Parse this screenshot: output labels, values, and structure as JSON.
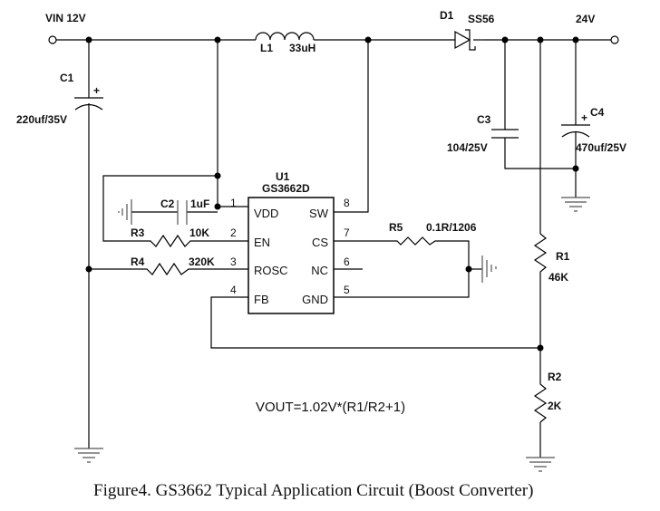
{
  "figure": {
    "caption": "Figure4. GS3662 Typical Application Circuit (Boost Converter)",
    "formula": "VOUT=1.02V*(R1/R2+1)"
  },
  "nets": {
    "vin_label": "VIN  12V",
    "vout_label": "24V"
  },
  "components": {
    "c1": {
      "ref": "C1",
      "value": "220uf/35V",
      "polarity": "+"
    },
    "l1": {
      "ref": "L1",
      "value": "33uH"
    },
    "d1": {
      "ref": "D1",
      "value": "SS56"
    },
    "c3": {
      "ref": "C3",
      "value": "104/25V"
    },
    "c4": {
      "ref": "C4",
      "value": "470uf/25V",
      "polarity": "+"
    },
    "c2": {
      "ref": "C2",
      "value": "1uF"
    },
    "r3": {
      "ref": "R3",
      "value": "10K"
    },
    "r4": {
      "ref": "R4",
      "value": "320K"
    },
    "r5": {
      "ref": "R5",
      "value": "0.1R/1206"
    },
    "r1": {
      "ref": "R1",
      "value": "46K"
    },
    "r2": {
      "ref": "R2",
      "value": "2K"
    },
    "u1": {
      "ref": "U1",
      "part": "GS3662D",
      "pins_left": [
        {
          "num": "1",
          "name": "VDD"
        },
        {
          "num": "2",
          "name": "EN"
        },
        {
          "num": "3",
          "name": "ROSC"
        },
        {
          "num": "4",
          "name": "FB"
        }
      ],
      "pins_right": [
        {
          "num": "8",
          "name": "SW"
        },
        {
          "num": "7",
          "name": "CS"
        },
        {
          "num": "6",
          "name": "NC"
        },
        {
          "num": "5",
          "name": "GND"
        }
      ]
    }
  }
}
